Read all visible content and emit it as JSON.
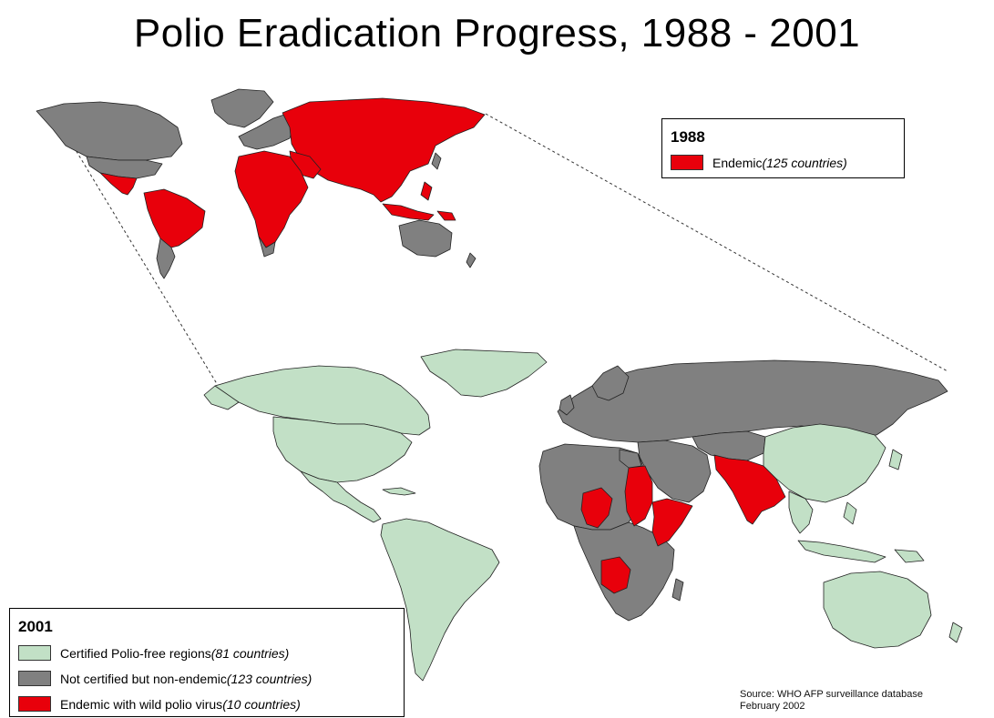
{
  "title": "Polio Eradication Progress, 1988 - 2001",
  "colors": {
    "endemic": "#e8000b",
    "non_endemic": "#808080",
    "polio_free": "#c2e0c6",
    "border": "#222222"
  },
  "legend_1988": {
    "year": "1988",
    "items": [
      {
        "label": "Endemic ",
        "count": "(125 countries)",
        "color": "#e8000b"
      }
    ]
  },
  "legend_2001": {
    "year": "2001",
    "items": [
      {
        "label": "Certified Polio-free regions ",
        "count": "(81 countries)",
        "color": "#c2e0c6"
      },
      {
        "label": "Not certified but non-endemic ",
        "count": "(123 countries)",
        "color": "#808080"
      },
      {
        "label": "Endemic with wild polio virus  ",
        "count": "(10 countries)",
        "color": "#e8000b"
      }
    ]
  },
  "source": {
    "line1": "Source: WHO AFP surveillance database",
    "line2": "February 2002"
  }
}
